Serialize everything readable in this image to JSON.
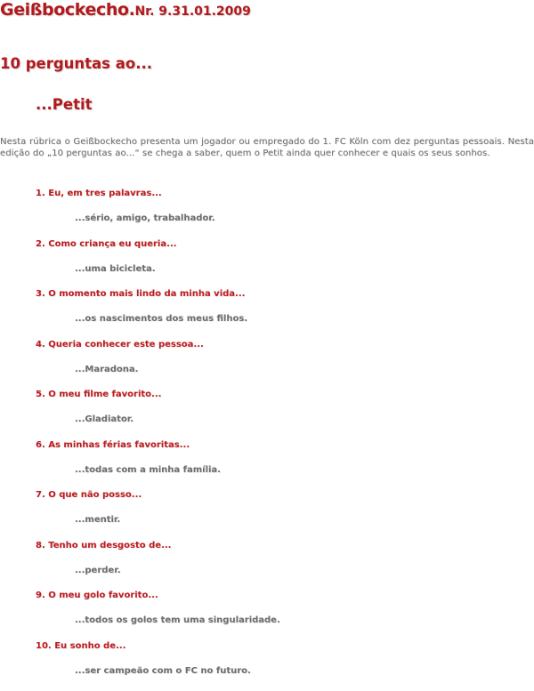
{
  "masthead": {
    "name": "Geißbockecho.",
    "issue": "Nr. 9.31.01.2009"
  },
  "section_title": "10 perguntas ao...",
  "person_name": "...Petit",
  "intro": "Nesta rúbrica o Geißbockecho presenta um jogador ou empregado do 1. FC Köln com dez perguntas pessoais. Nesta edição do „10 perguntas ao...“ se chega a saber, quem o Petit ainda quer conhecer e quais os seus sonhos.",
  "qa": [
    {
      "question": "1. Eu, em tres palavras...",
      "answer": "...sério, amigo, trabalhador."
    },
    {
      "question": "2. Como criança eu queria...",
      "answer": "...uma bicicleta."
    },
    {
      "question": "3. O momento mais lindo da minha vida...",
      "answer": "...os nascimentos dos meus filhos."
    },
    {
      "question": "4. Queria conhecer este pessoa...",
      "answer": "...Maradona."
    },
    {
      "question": "5. O meu filme favorito...",
      "answer": "...Gladiator."
    },
    {
      "question": "6. As minhas férias favoritas...",
      "answer": "...todas com a minha família."
    },
    {
      "question": "7. O que não posso...",
      "answer": "...mentir."
    },
    {
      "question": "8. Tenho um desgosto de...",
      "answer": "...perder."
    },
    {
      "question": "9. O meu golo favorito...",
      "answer": "...todos os golos tem uma singularidade."
    },
    {
      "question": "10. Eu sonho de...",
      "answer": "...ser campeão com o FC no futuro."
    }
  ],
  "colors": {
    "accent_red": "#b3191c",
    "body_gray": "#6e6e6e"
  }
}
